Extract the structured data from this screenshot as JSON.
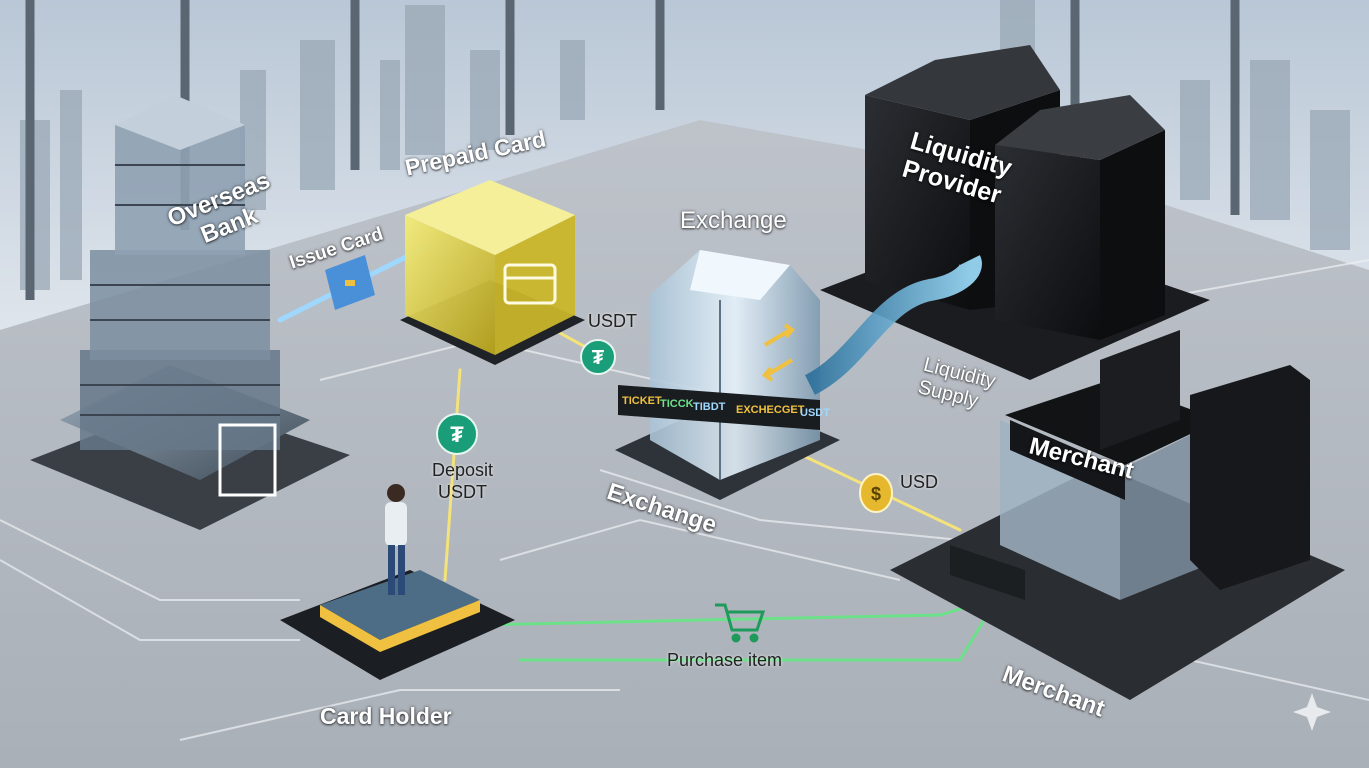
{
  "nodes": {
    "overseas_bank": {
      "line1": "Overseas",
      "line2": "Bank"
    },
    "prepaid_card": "Prepaid Card",
    "exchange_top": "Exchange",
    "exchange_bottom": "Exchange",
    "liquidity_provider": {
      "line1": "Liquidity",
      "line2": "Provider"
    },
    "merchant_sign": "Merchant",
    "merchant_bottom": "Merchant",
    "card_holder": "Card Holder"
  },
  "flows": {
    "issue_card": "Issue Card",
    "usdt": "USDT",
    "deposit_usdt": {
      "line1": "Deposit",
      "line2": "USDT"
    },
    "liquidity_supply": {
      "line1": "Liquidity",
      "line2": "Supply"
    },
    "usd": "USD",
    "purchase_item": "Purchase item"
  },
  "exchange_ticker": [
    "TICKET",
    "TICCK",
    "TIBDT",
    "EXCHECGET",
    "USDT"
  ],
  "colors": {
    "usdt_green": "#1a9e7a",
    "usd_gold": "#e5b82e",
    "flow_gold": "#f4e27a",
    "flow_green": "#6de08a",
    "flow_blue": "#9fd8ff",
    "prepaid_yellow": "#e9df4a"
  }
}
